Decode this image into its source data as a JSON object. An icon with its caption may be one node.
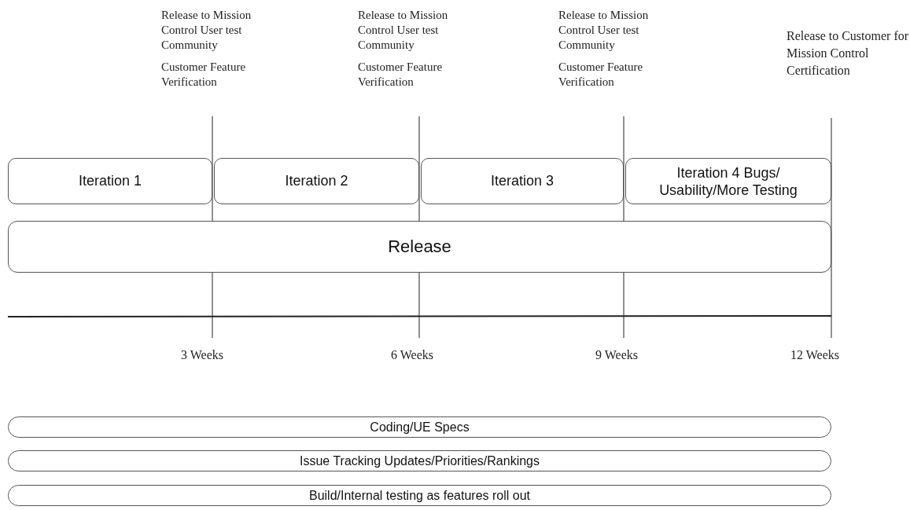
{
  "diagram": {
    "nodes": [
      {
        "text": [
          "Iteration 1"
        ]
      },
      {
        "text": [
          "Iteration 2"
        ]
      },
      {
        "text": [
          "Iteration 3"
        ]
      },
      {
        "text": [
          "Iteration 4 Bugs/ Usability/More Testing"
        ]
      },
      {
        "text": [
          "Release"
        ]
      },
      {
        "text": [
          "Coding/UE Specs"
        ]
      },
      {
        "text": [
          "Issue Tracking Updates/Priorities/Rankings"
        ]
      },
      {
        "text": [
          "Build/Internal testing as features roll out"
        ]
      }
    ],
    "edges": [],
    "labels": [
      "Release to Mission Control User test Community",
      "Customer Feature Verification",
      "Release to Mission Control User test Community",
      "Customer Feature Verification",
      "Release to Mission Control User test Community",
      "Customer Feature Verification",
      "Release to Customer for Mission Control Certification",
      "3 Weeks",
      "6 Weeks",
      "9 Weeks",
      "12 Weeks"
    ]
  }
}
